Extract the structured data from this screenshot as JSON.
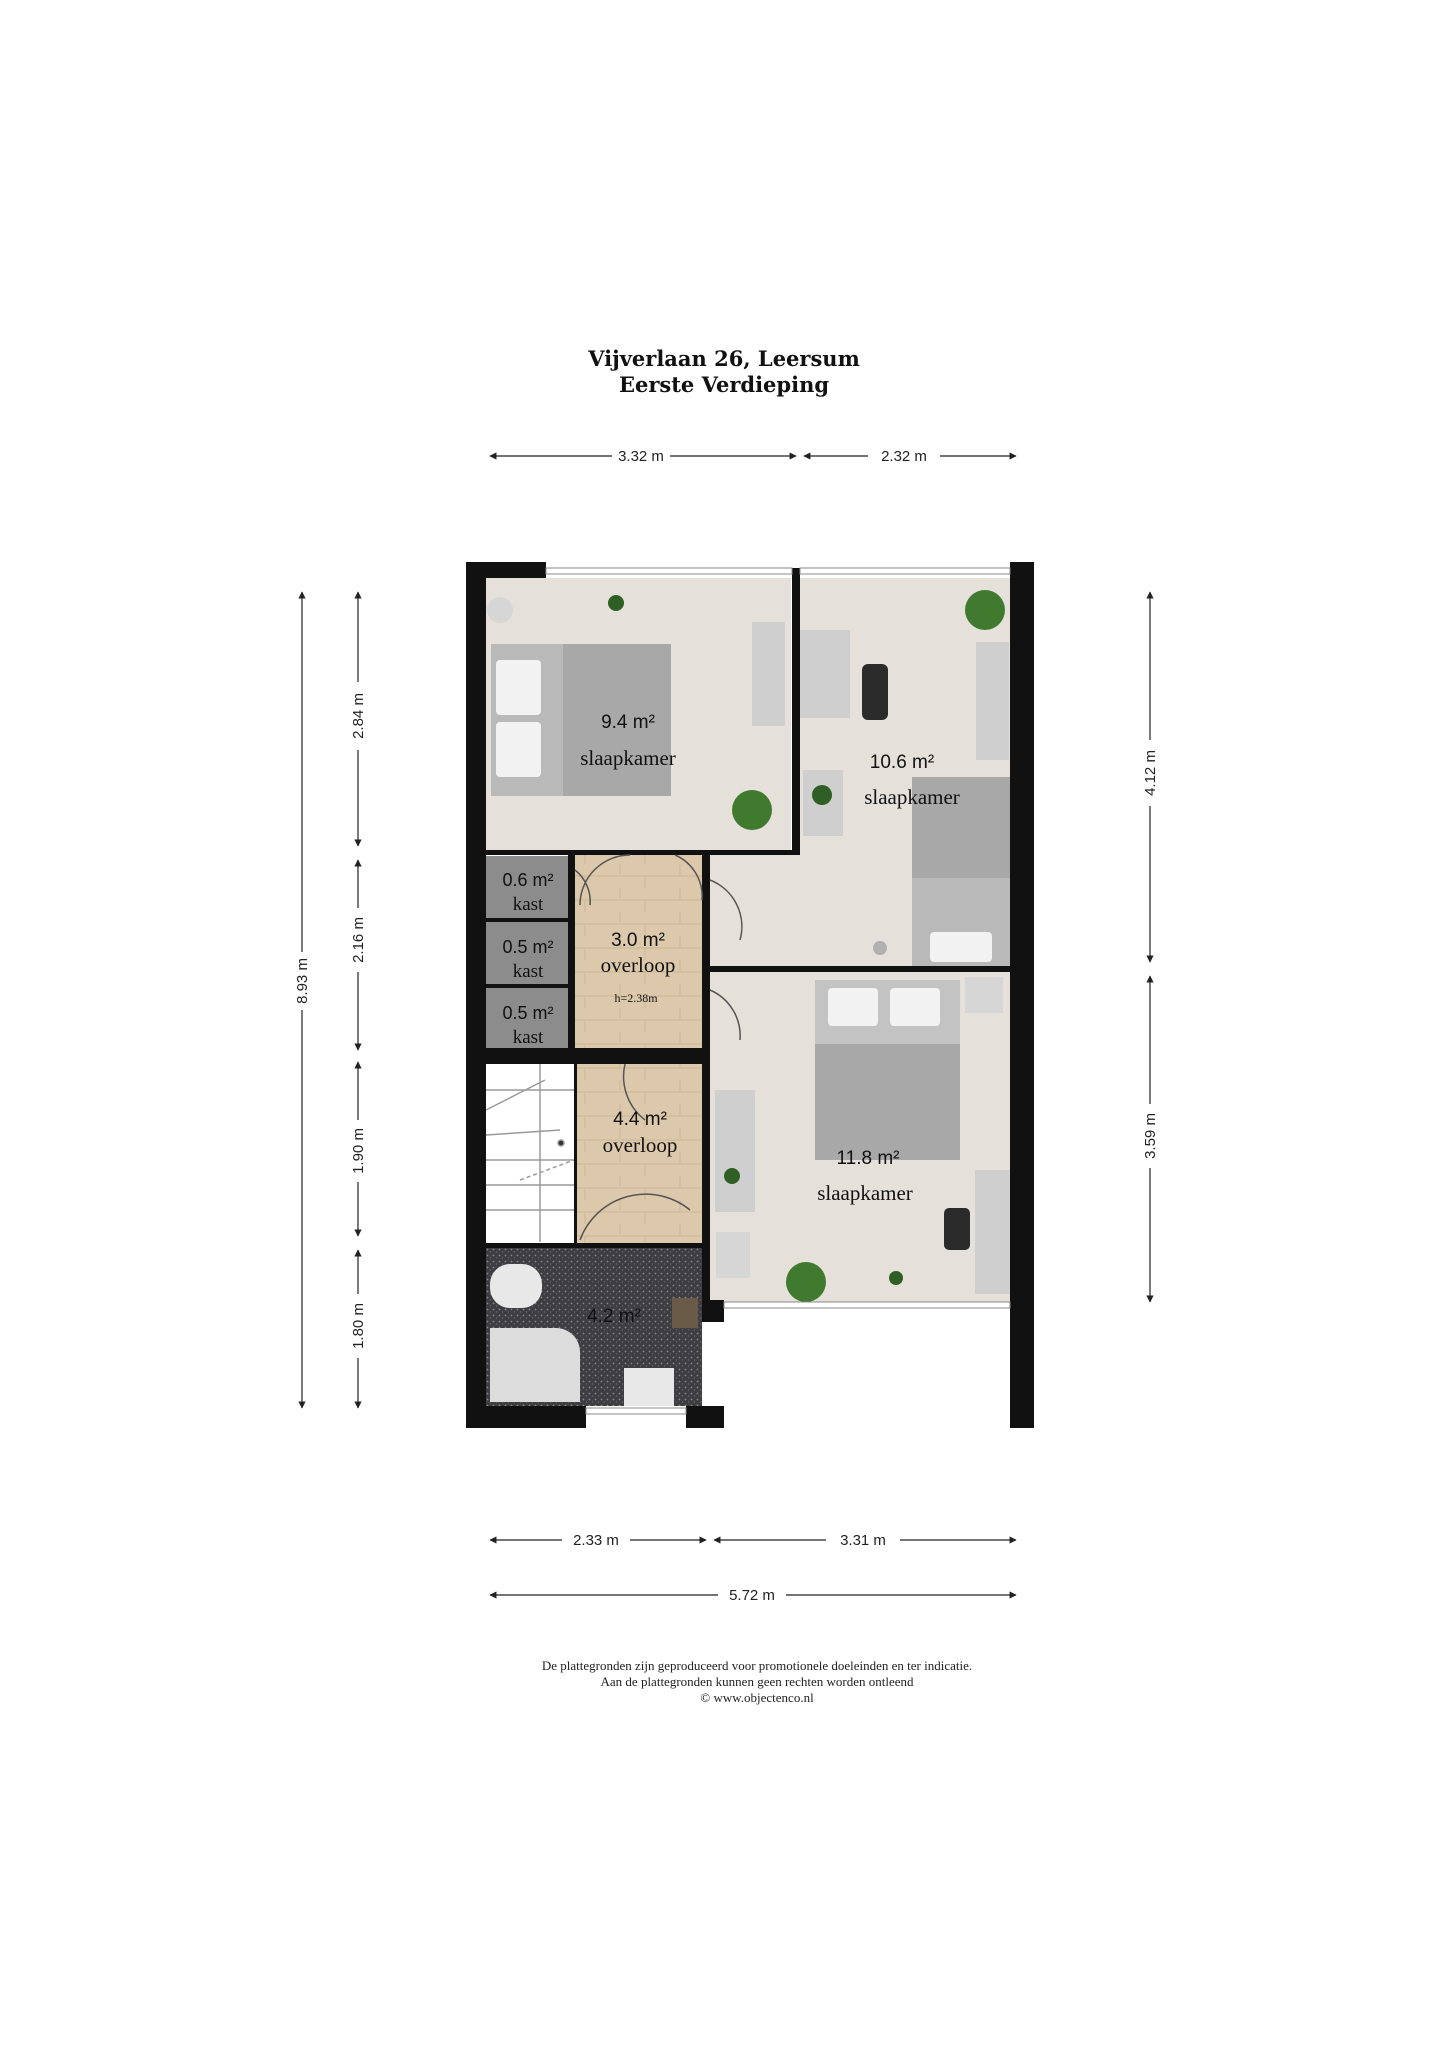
{
  "header": {
    "line1": "Vijverlaan 26, Leersum",
    "line2": "Eerste Verdieping"
  },
  "rooms": {
    "bed1": {
      "area": "9.4 m²",
      "name": "slaapkamer"
    },
    "bed2": {
      "area": "10.6 m²",
      "name": "slaapkamer"
    },
    "bed3": {
      "area": "11.8 m²",
      "name": "slaapkamer"
    },
    "kast1": {
      "area": "0.6 m²",
      "name": "kast"
    },
    "kast2": {
      "area": "0.5 m²",
      "name": "kast"
    },
    "kast3": {
      "area": "0.5 m²",
      "name": "kast"
    },
    "landing1": {
      "area": "3.0 m²",
      "name": "overloop",
      "note": "h=2.38m"
    },
    "landing2": {
      "area": "4.4 m²",
      "name": "overloop"
    },
    "bath": {
      "area": "4.2 m²"
    }
  },
  "dimensions": {
    "top_left": "3.32 m",
    "top_right": "2.32 m",
    "bottom_left": "2.33 m",
    "bottom_right": "3.31 m",
    "bottom_total": "5.72 m",
    "left_total": "8.93 m",
    "left_1": "2.84 m",
    "left_2": "2.16 m",
    "left_3": "1.90 m",
    "left_4": "1.80 m",
    "right_1": "4.12 m",
    "right_2": "3.59 m"
  },
  "colors": {
    "wall": "#111111",
    "carpet": "#e6e0da",
    "wood": "#dcc9ac",
    "tile": "#3e3e42",
    "kast": "#8c8c8c"
  },
  "disclaimer": {
    "line1": "De plattegronden zijn geproduceerd voor promotionele doeleinden en ter indicatie.",
    "line2": "Aan de plattegronden kunnen geen rechten worden ontleend",
    "line3": "© www.objectenco.nl"
  }
}
